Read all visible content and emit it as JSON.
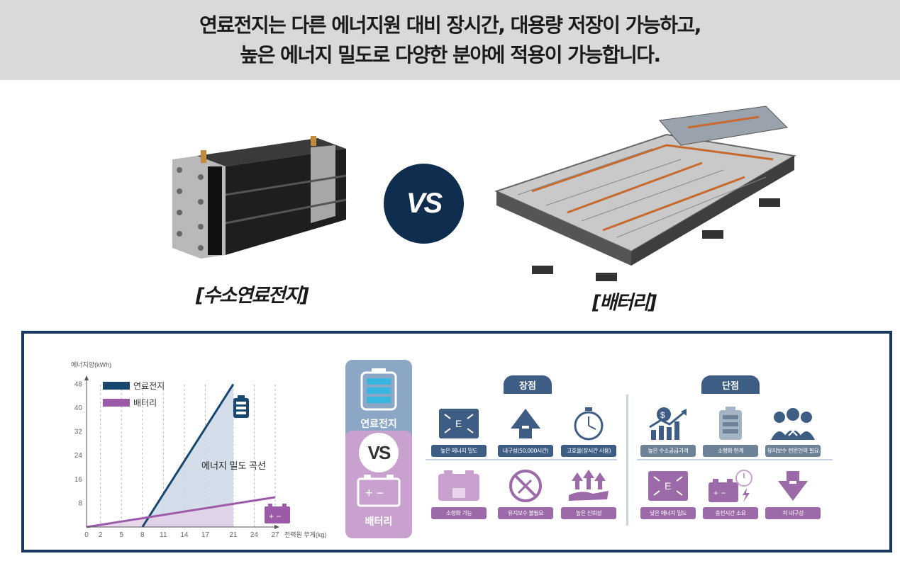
{
  "header": {
    "line1": "연료전지는 다른 에너지원 대비  장시간, 대용량 저장이 가능하고,",
    "line2": "높은 에너지 밀도로 다양한 분야에 적용이 가능합니다."
  },
  "comparison": {
    "left_caption": "[수소연료전지]",
    "vs": "VS",
    "right_caption": "[배터리]"
  },
  "chart_data": {
    "type": "line",
    "ylabel": "에너지양(kWh)",
    "xlabel": "전력원 무게(kg)",
    "x_ticks": [
      "0",
      "2",
      "5",
      "8",
      "11",
      "14",
      "17",
      "21",
      "24",
      "27"
    ],
    "y_ticks": [
      "8",
      "16",
      "24",
      "32",
      "40",
      "48"
    ],
    "ylim": [
      0,
      50
    ],
    "xlim": [
      0,
      27
    ],
    "series": [
      {
        "name": "연료전지",
        "color": "#17466e",
        "x": [
          8,
          21
        ],
        "y": [
          0,
          48
        ]
      },
      {
        "name": "배터리",
        "color": "#9c5ba8",
        "x": [
          0,
          27
        ],
        "y": [
          0,
          10
        ]
      }
    ],
    "annotation": "에너지 밀도 곡선",
    "grid": "vertical dashed",
    "legend": "top-left"
  },
  "side": {
    "top_label": "연료전지",
    "vs": "VS",
    "bottom_label": "배터리"
  },
  "pros": {
    "title": "장점",
    "fuel_cell": [
      "높은 에너지 밀도",
      "내구성(50,000시간)",
      "고효율(장시간 사용)"
    ],
    "battery": [
      "소형화 가능",
      "유지보수 불필요",
      "높은 신뢰성"
    ]
  },
  "cons": {
    "title": "단점",
    "fuel_cell": [
      "높은 수소공급가격",
      "소형화 한계",
      "유지보수 전문인력 필요"
    ],
    "battery": [
      "낮은 에너지 밀도",
      "충전시간 소요",
      "저 내구성"
    ]
  },
  "colors": {
    "navy": "#0f2d4f",
    "blue": "#3d5d84",
    "purple": "#9c6aa8",
    "panel_border": "#17375e"
  }
}
